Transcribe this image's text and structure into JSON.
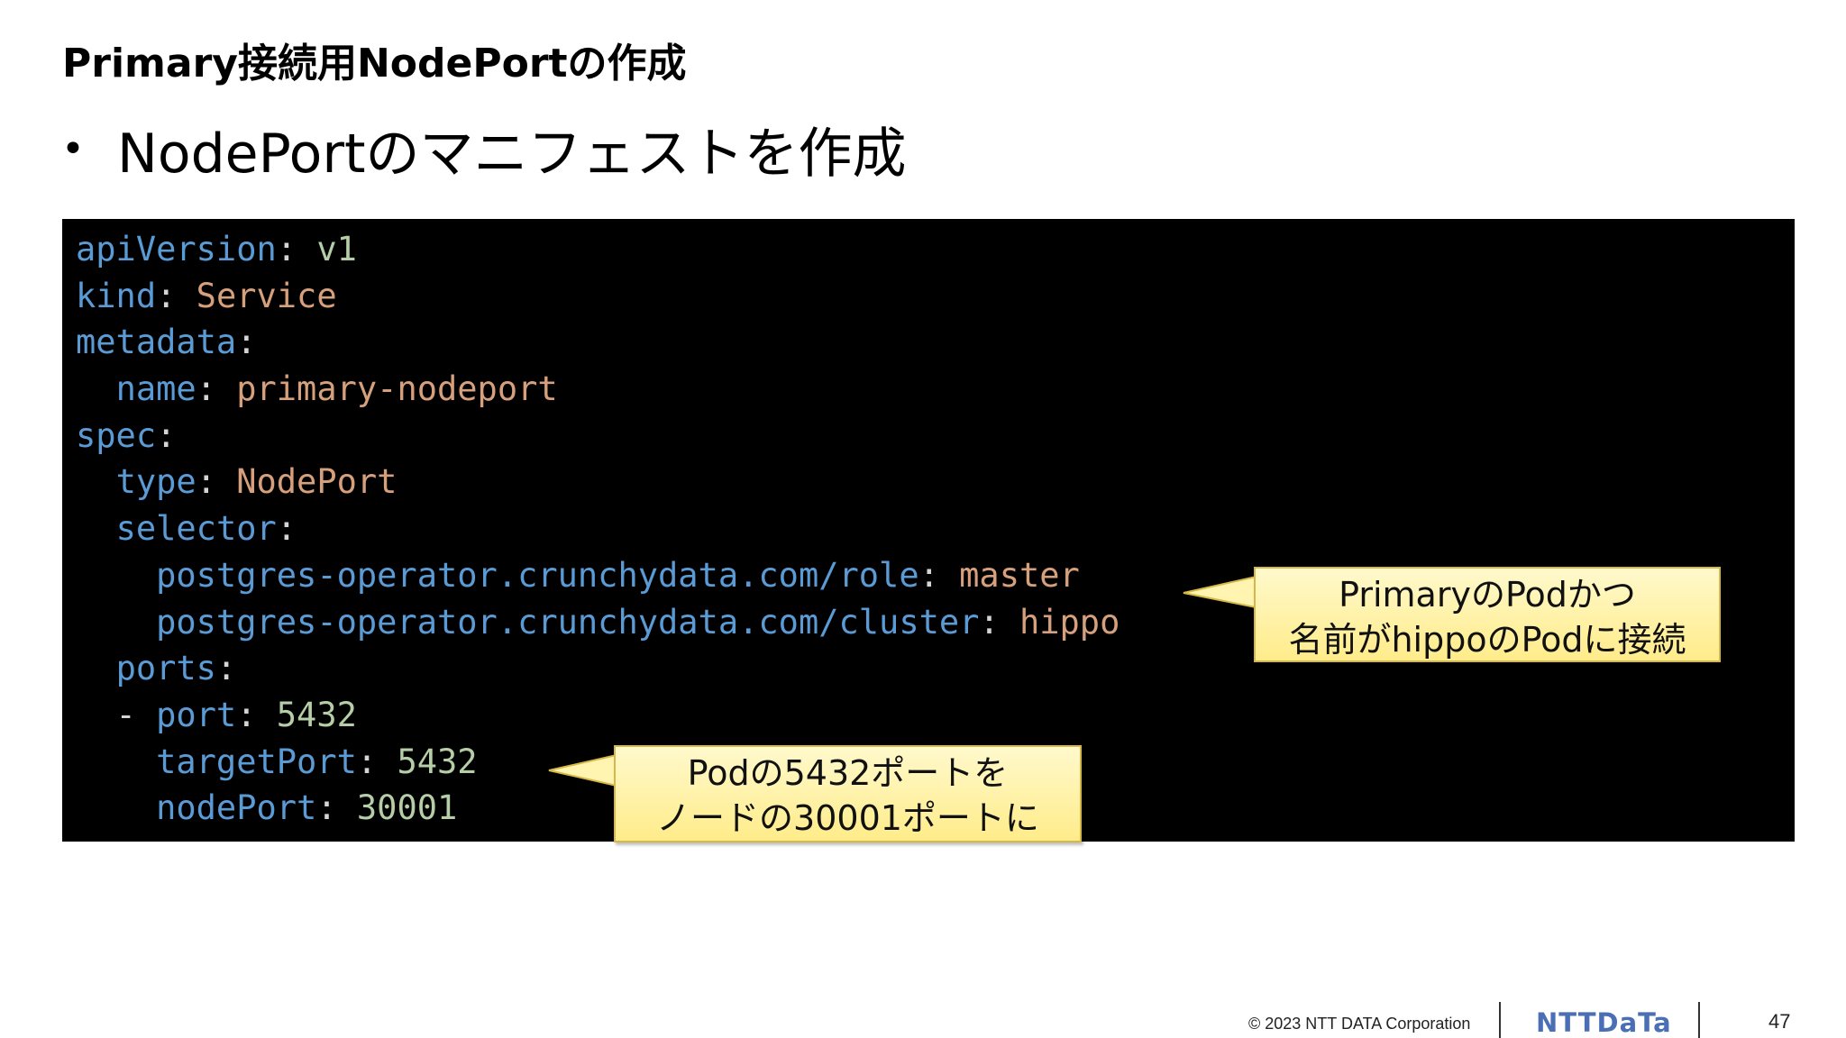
{
  "slide": {
    "title": "Primary接続用NodePortの作成",
    "bullet": "NodePortのマニフェストを作成",
    "bullet_marker": "•"
  },
  "code": {
    "lines": [
      [
        {
          "t": "apiVersion",
          "c": "k"
        },
        {
          "t": ": ",
          "c": "p"
        },
        {
          "t": "v1",
          "c": "n"
        }
      ],
      [
        {
          "t": "kind",
          "c": "k"
        },
        {
          "t": ": ",
          "c": "p"
        },
        {
          "t": "Service",
          "c": "s"
        }
      ],
      [
        {
          "t": "metadata",
          "c": "k"
        },
        {
          "t": ":",
          "c": "p"
        }
      ],
      [
        {
          "t": "  ",
          "c": "p"
        },
        {
          "t": "name",
          "c": "k"
        },
        {
          "t": ": ",
          "c": "p"
        },
        {
          "t": "primary-nodeport",
          "c": "s"
        }
      ],
      [
        {
          "t": "spec",
          "c": "k"
        },
        {
          "t": ":",
          "c": "p"
        }
      ],
      [
        {
          "t": "  ",
          "c": "p"
        },
        {
          "t": "type",
          "c": "k"
        },
        {
          "t": ": ",
          "c": "p"
        },
        {
          "t": "NodePort",
          "c": "s"
        }
      ],
      [
        {
          "t": "  ",
          "c": "p"
        },
        {
          "t": "selector",
          "c": "k"
        },
        {
          "t": ":",
          "c": "p"
        }
      ],
      [
        {
          "t": "    ",
          "c": "p"
        },
        {
          "t": "postgres-operator.crunchydata.com/role",
          "c": "k"
        },
        {
          "t": ": ",
          "c": "p"
        },
        {
          "t": "master",
          "c": "s"
        }
      ],
      [
        {
          "t": "    ",
          "c": "p"
        },
        {
          "t": "postgres-operator.crunchydata.com/cluster",
          "c": "k"
        },
        {
          "t": ": ",
          "c": "p"
        },
        {
          "t": "hippo",
          "c": "s"
        }
      ],
      [
        {
          "t": "  ",
          "c": "p"
        },
        {
          "t": "ports",
          "c": "k"
        },
        {
          "t": ":",
          "c": "p"
        }
      ],
      [
        {
          "t": "  - ",
          "c": "p"
        },
        {
          "t": "port",
          "c": "k"
        },
        {
          "t": ": ",
          "c": "p"
        },
        {
          "t": "5432",
          "c": "n"
        }
      ],
      [
        {
          "t": "    ",
          "c": "p"
        },
        {
          "t": "targetPort",
          "c": "k"
        },
        {
          "t": ": ",
          "c": "p"
        },
        {
          "t": "5432",
          "c": "n"
        }
      ],
      [
        {
          "t": "    ",
          "c": "p"
        },
        {
          "t": "nodePort",
          "c": "k"
        },
        {
          "t": ": ",
          "c": "p"
        },
        {
          "t": "30001",
          "c": "n"
        }
      ]
    ]
  },
  "callouts": {
    "selector_note": {
      "line1": "PrimaryのPodかつ",
      "line2": "名前がhippoのPodに接続"
    },
    "port_note": {
      "line1": "Podの5432ポートを",
      "line2": "ノードの30001ポートに"
    }
  },
  "footer": {
    "copyright": "© 2023 NTT DATA Corporation",
    "logo_text": "NTTDaTa",
    "page_number": "47"
  },
  "colors": {
    "code_background": "#000000",
    "code_key": "#5b9bd5",
    "code_string": "#d7a07c",
    "code_number": "#b5cea8",
    "callout_fill": "#fff2a8",
    "logo": "#4a6fb5"
  }
}
